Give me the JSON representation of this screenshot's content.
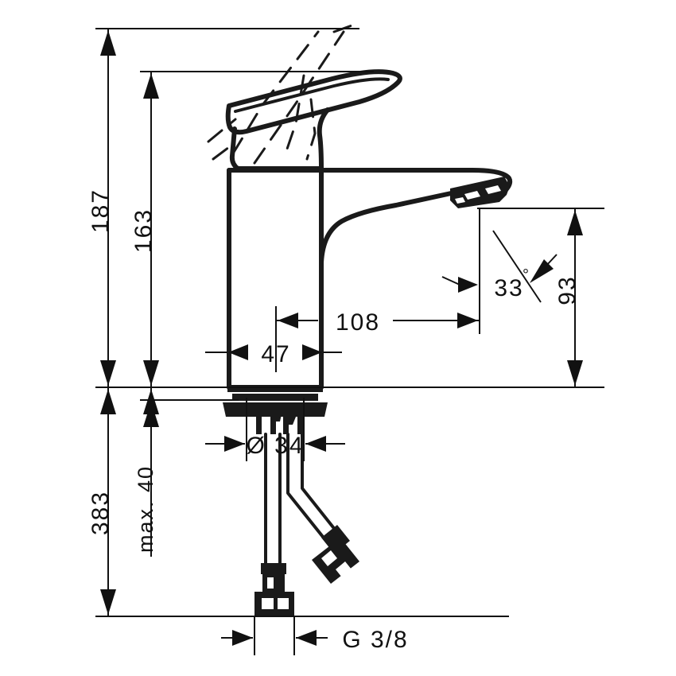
{
  "drawing": {
    "title": "Single lever basin mixer technical dimension drawing",
    "units": "mm",
    "line_color": "#1a1a1a",
    "background_color": "#ffffff"
  },
  "dimensions": {
    "total_height": "187",
    "spout_height_overall": "163",
    "below_deck_total": "383",
    "max_counter_thickness": "max. 40",
    "hole_diameter": "Ø 34",
    "body_width": "47",
    "spout_reach": "108",
    "spout_outlet_height": "93",
    "spout_angle": "33",
    "angle_unit": "°",
    "angle_label": "33°",
    "connection_thread": "G 3/8"
  },
  "labels": [
    {
      "name": "dim-187",
      "value": "187",
      "orientation": "vertical"
    },
    {
      "name": "dim-163",
      "value": "163",
      "orientation": "vertical"
    },
    {
      "name": "dim-383",
      "value": "383",
      "orientation": "vertical"
    },
    {
      "name": "dim-max-40",
      "value": "max. 40",
      "orientation": "vertical"
    },
    {
      "name": "dim-d34",
      "value": "Ø 34",
      "orientation": "horizontal"
    },
    {
      "name": "dim-47",
      "value": "47",
      "orientation": "horizontal"
    },
    {
      "name": "dim-108",
      "value": "108",
      "orientation": "horizontal"
    },
    {
      "name": "dim-93",
      "value": "93",
      "orientation": "vertical"
    },
    {
      "name": "dim-33deg",
      "value": "33°",
      "orientation": "horizontal"
    },
    {
      "name": "dim-g38",
      "value": "G 3/8",
      "orientation": "horizontal"
    }
  ]
}
